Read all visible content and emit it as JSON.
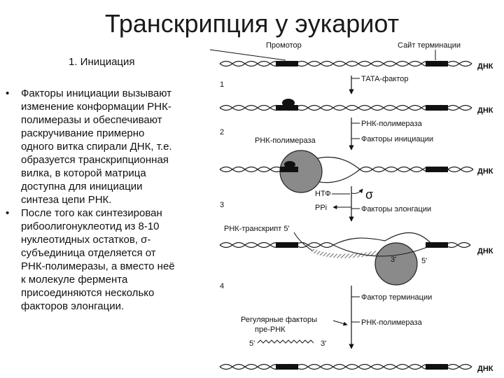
{
  "slide": {
    "title": "Транскрипция у эукариот",
    "section": "1.  Инициация",
    "bullets": [
      "Факторы инициации вызывают\nизменение конформации РНК-\nполимеразы и обеспечивают\nраскручивание примерно\nодного витка спирали ДНК, т.е.\nобразуется транскрипционная\nвилка, в которой матрица\nдоступна для инициации\nсинтеза цепи РНК.",
      "После того как синтезирован\nрибоолигонуклеотид из 8-10\nнуклеотидных остатков, σ-\nсубъединица отделяется от\nРНК-полимеразы, а вместо неё\nк молекуле фермента\nприсоединяются несколько\nфакторов элонгации."
    ],
    "bullet_marker": "•"
  },
  "diagram": {
    "top_labels": {
      "promoter": "Промотор",
      "termination_site": "Сайт  терминации"
    },
    "dna_label": "ДНК",
    "step_numbers": [
      "1",
      "2",
      "3",
      "4"
    ],
    "step1": {
      "factor": "ТАТА-фактор"
    },
    "step2": {
      "enzyme": "РНК-полимераза",
      "factors": "Факторы инициации",
      "polymerase_label": "РНК-полимераза"
    },
    "step3": {
      "ntp": "НТФ",
      "ppi": "PPi",
      "sigma": "σ",
      "elongation": "Факторы элонгации"
    },
    "transcript": {
      "label": "РНК-транскрипт 5'",
      "end3": "3'",
      "end5": "5'"
    },
    "step4": {
      "termination": "Фактор терминации",
      "regulatory": "Регулярные факторы\nпре-РНК",
      "polymerase": "РНК-полимераза",
      "rna_5": "5'",
      "rna_3": "3'"
    }
  }
}
